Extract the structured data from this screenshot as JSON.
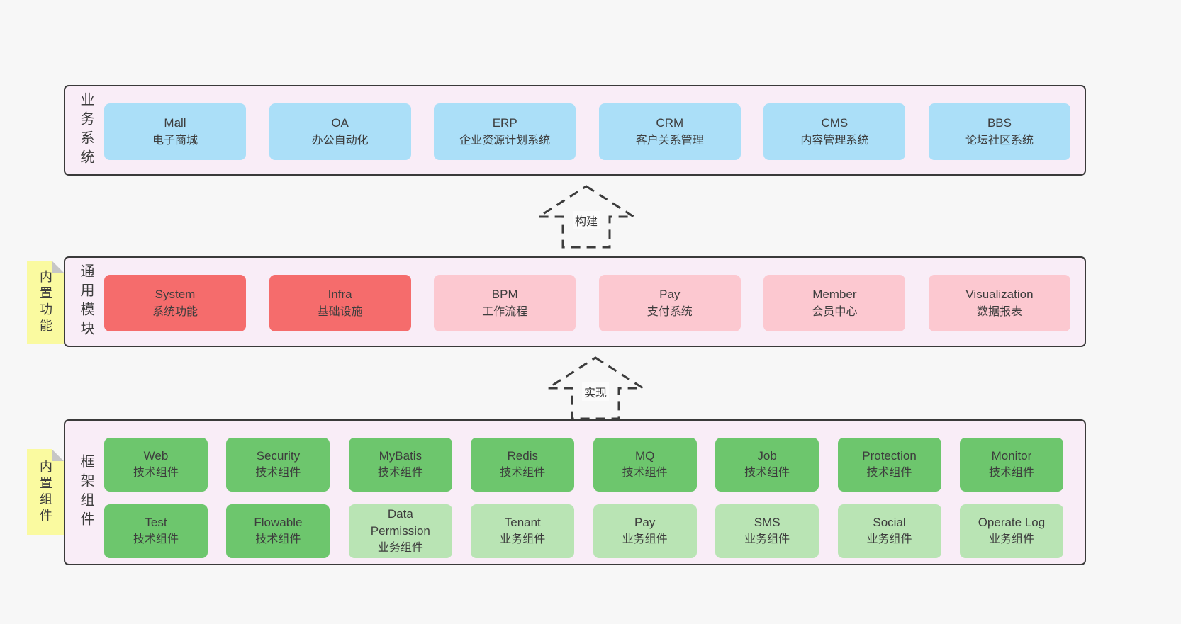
{
  "colors": {
    "page_background": "#f7f7f7",
    "panel_background": "#f9edf7",
    "panel_border": "#3a3a3a",
    "blue_box": "#abdff8",
    "red_box": "#f56c6c",
    "pink_box": "#fcc8d0",
    "green_box": "#6dc66d",
    "light_green_box": "#b9e4b4",
    "note_yellow": "#fafaa0",
    "note_fold_gray": "#c6c6c6",
    "text": "#3d3d3d"
  },
  "arrows": [
    {
      "label": "构建"
    },
    {
      "label": "实现"
    }
  ],
  "sections": [
    {
      "label": "业务系统",
      "boxes": [
        {
          "title": "Mall",
          "subtitle": "电子商城",
          "variant": "blue"
        },
        {
          "title": "OA",
          "subtitle": "办公自动化",
          "variant": "blue"
        },
        {
          "title": "ERP",
          "subtitle": "企业资源计划系统",
          "variant": "blue"
        },
        {
          "title": "CRM",
          "subtitle": "客户关系管理",
          "variant": "blue"
        },
        {
          "title": "CMS",
          "subtitle": "内容管理系统",
          "variant": "blue"
        },
        {
          "title": "BBS",
          "subtitle": "论坛社区系统",
          "variant": "blue"
        }
      ]
    },
    {
      "label": "通用模块",
      "note": "内置功能",
      "boxes": [
        {
          "title": "System",
          "subtitle": "系统功能",
          "variant": "red"
        },
        {
          "title": "Infra",
          "subtitle": "基础设施",
          "variant": "red"
        },
        {
          "title": "BPM",
          "subtitle": "工作流程",
          "variant": "pink"
        },
        {
          "title": "Pay",
          "subtitle": "支付系统",
          "variant": "pink"
        },
        {
          "title": "Member",
          "subtitle": "会员中心",
          "variant": "pink"
        },
        {
          "title": "Visualization",
          "subtitle": "数据报表",
          "variant": "pink"
        }
      ]
    },
    {
      "label": "框架组件",
      "note": "内置组件",
      "row1": [
        {
          "title": "Web",
          "subtitle": "技术组件",
          "variant": "green"
        },
        {
          "title": "Security",
          "subtitle": "技术组件",
          "variant": "green"
        },
        {
          "title": "MyBatis",
          "subtitle": "技术组件",
          "variant": "green"
        },
        {
          "title": "Redis",
          "subtitle": "技术组件",
          "variant": "green"
        },
        {
          "title": "MQ",
          "subtitle": "技术组件",
          "variant": "green"
        },
        {
          "title": "Job",
          "subtitle": "技术组件",
          "variant": "green"
        },
        {
          "title": "Protection",
          "subtitle": "技术组件",
          "variant": "green"
        },
        {
          "title": "Monitor",
          "subtitle": "技术组件",
          "variant": "green"
        }
      ],
      "row2": [
        {
          "title": "Test",
          "subtitle": "技术组件",
          "variant": "green"
        },
        {
          "title": "Flowable",
          "subtitle": "技术组件",
          "variant": "green"
        },
        {
          "title": "Data Permission",
          "subtitle": "业务组件",
          "variant": "lightgreen"
        },
        {
          "title": "Tenant",
          "subtitle": "业务组件",
          "variant": "lightgreen"
        },
        {
          "title": "Pay",
          "subtitle": "业务组件",
          "variant": "lightgreen"
        },
        {
          "title": "SMS",
          "subtitle": "业务组件",
          "variant": "lightgreen"
        },
        {
          "title": "Social",
          "subtitle": "业务组件",
          "variant": "lightgreen"
        },
        {
          "title": "Operate Log",
          "subtitle": "业务组件",
          "variant": "lightgreen"
        }
      ]
    }
  ]
}
